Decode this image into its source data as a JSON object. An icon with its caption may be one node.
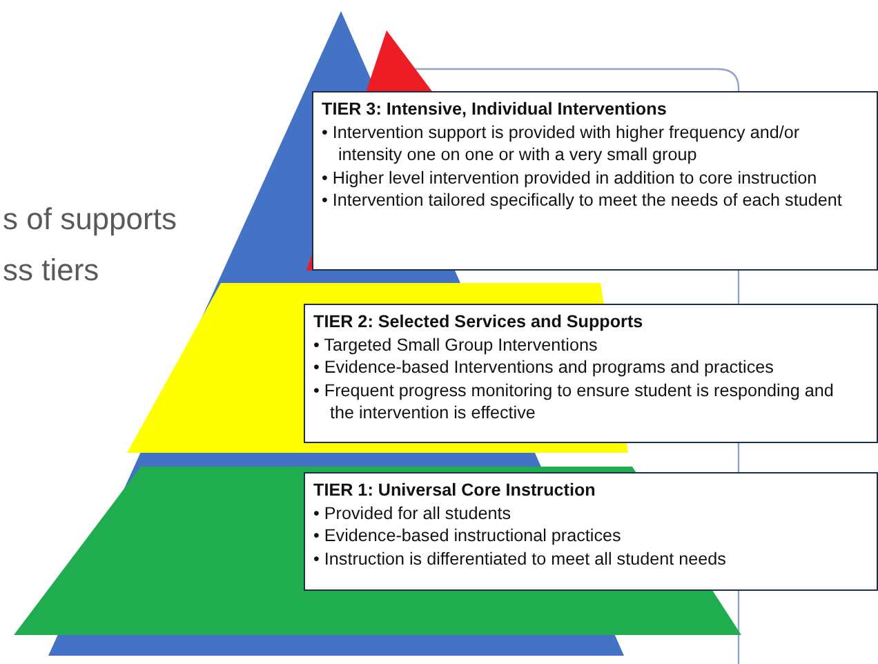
{
  "diagram": {
    "nodes": [
      {
        "text": [
          "TIER 3: Intensive, Individual Interventions",
          "• Intervention support is provided with higher frequency and/or intensity one on one or with a very small group",
          "• Higher level intervention provided in addition to core instruction",
          "• Intervention tailored specifically to meet the needs of each student"
        ]
      },
      {
        "text": [
          "TIER 2: Selected Services and Supports",
          "• Targeted Small Group Interventions",
          "• Evidence-based Interventions and programs and practices",
          "• Frequent progress monitoring to ensure student is responding and the intervention is effective"
        ]
      },
      {
        "text": [
          "TIER 1: Universal Core Instruction",
          "• Provided for all students",
          "• Evidence-based instructional practices",
          "• Instruction is differentiated to meet all student needs"
        ]
      }
    ],
    "labels": [
      "s of supports",
      "ss tiers"
    ]
  }
}
